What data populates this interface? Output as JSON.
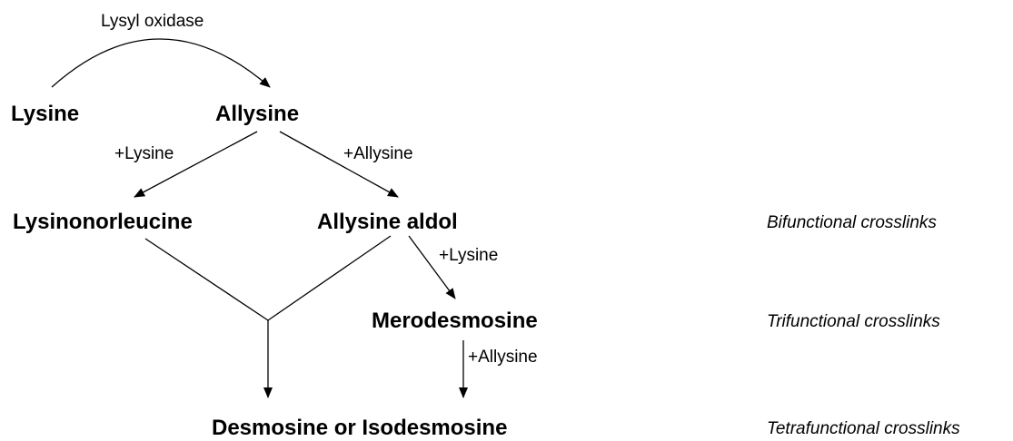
{
  "nodes": {
    "lysine": "Lysine",
    "allysine": "Allysine",
    "lysinonorleucine": "Lysinonorleucine",
    "allysine_aldol": "Allysine aldol",
    "merodesmosine": "Merodesmosine",
    "desmosine": "Desmosine or Isodesmosine"
  },
  "edge_labels": {
    "lysyl_oxidase": "Lysyl oxidase",
    "plus_lysine_1": "+Lysine",
    "plus_allysine_1": "+Allysine",
    "plus_lysine_2": "+Lysine",
    "plus_allysine_2": "+Allysine"
  },
  "crosslink_classes": {
    "bifunctional": "Bifunctional crosslinks",
    "trifunctional": "Trifunctional crosslinks",
    "tetrafunctional": "Tetrafunctional crosslinks"
  }
}
